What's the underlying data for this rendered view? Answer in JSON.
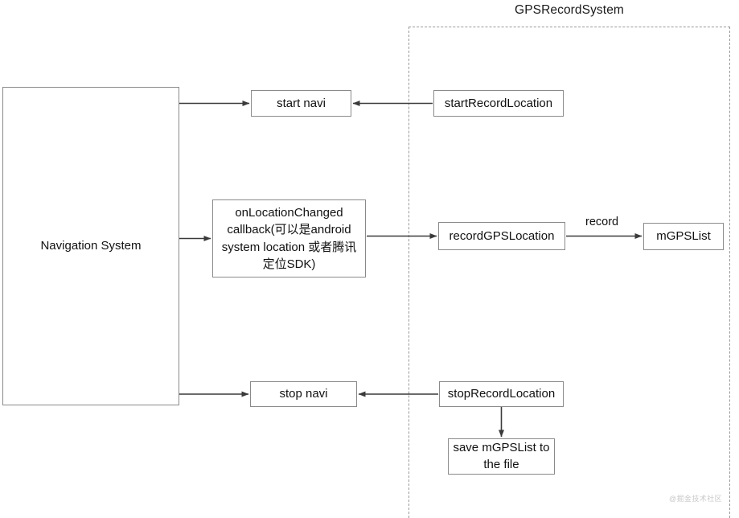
{
  "diagram": {
    "title": "GPSRecordSystem",
    "nodes": {
      "navigation_system": "Navigation System",
      "start_navi": "start navi",
      "start_record_location": "startRecordLocation",
      "on_location_changed": "onLocationChanged callback(可以是android system location 或者腾讯定位SDK)",
      "record_gps_location": "recordGPSLocation",
      "mgpslist": "mGPSList",
      "stop_navi": "stop navi",
      "stop_record_location": "stopRecordLocation",
      "save_mgpslist": "save mGPSList to the file"
    },
    "edge_labels": {
      "record": "record"
    },
    "colors": {
      "node_border": "#8a8a8a",
      "group_border": "#9a9a9a",
      "edge": "#3a3a3a",
      "text": "#111111",
      "background": "#ffffff"
    }
  },
  "watermark": {
    "text": "@掘金技术社区"
  }
}
